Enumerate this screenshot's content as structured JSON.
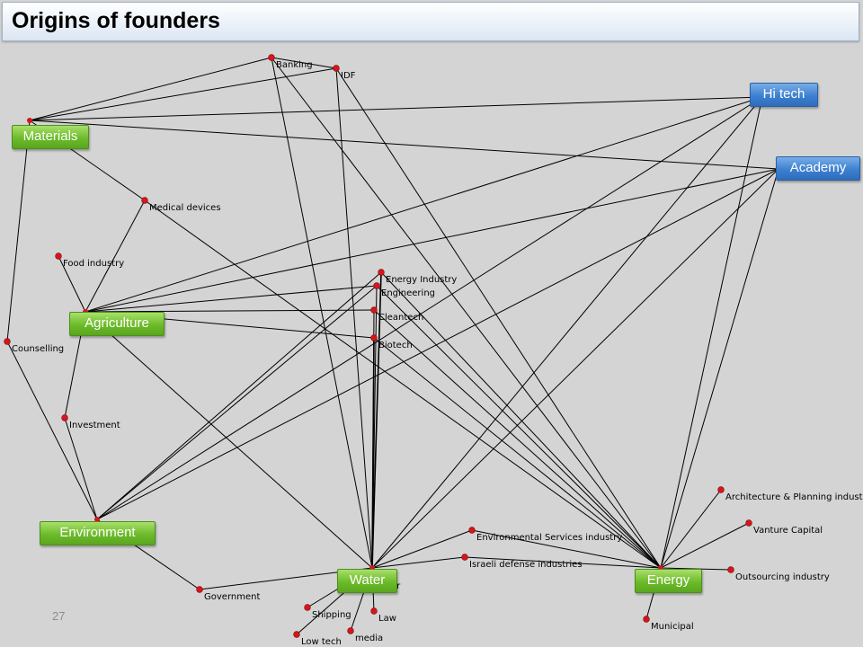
{
  "slide": {
    "title": "Origins of founders",
    "page_number": "27"
  },
  "colors": {
    "green_box": "#6cbb2a",
    "blue_box": "#3d80d0",
    "point": "#d8141c",
    "edge": "#000000",
    "background": "#d4d4d4"
  },
  "diagram": {
    "boxes": [
      {
        "id": "materials",
        "label": "Materials",
        "style": "green"
      },
      {
        "id": "agriculture",
        "label": "Agriculture",
        "style": "green"
      },
      {
        "id": "environment",
        "label": "Environment",
        "style": "green"
      },
      {
        "id": "water",
        "label": "Water",
        "style": "green"
      },
      {
        "id": "energy",
        "label": "Energy",
        "style": "green"
      },
      {
        "id": "hitech",
        "label": "Hi tech",
        "style": "blue"
      },
      {
        "id": "academy",
        "label": "Academy",
        "style": "blue"
      }
    ],
    "points": [
      {
        "id": "banking",
        "label": "Banking"
      },
      {
        "id": "idf",
        "label": "IDF"
      },
      {
        "id": "medical",
        "label": "Medical devices"
      },
      {
        "id": "food",
        "label": "Food industry"
      },
      {
        "id": "counselling",
        "label": "Counselling"
      },
      {
        "id": "investment",
        "label": "Investment"
      },
      {
        "id": "energyind",
        "label": "Energy Industry"
      },
      {
        "id": "engineering",
        "label": "Engineering"
      },
      {
        "id": "cleantech",
        "label": "Cleantech"
      },
      {
        "id": "biotech",
        "label": "Biotech"
      },
      {
        "id": "envserv",
        "label": "Environmental Services industry"
      },
      {
        "id": "defense",
        "label": "Israeli defense industries"
      },
      {
        "id": "government",
        "label": "Government"
      },
      {
        "id": "shipping",
        "label": "Shipping"
      },
      {
        "id": "lowtech",
        "label": "Low tech"
      },
      {
        "id": "media",
        "label": "media"
      },
      {
        "id": "law",
        "label": "Law"
      },
      {
        "id": "other",
        "label": "er"
      },
      {
        "id": "architecture",
        "label": "Architecture & Planning industry"
      },
      {
        "id": "venture",
        "label": "Vanture Capital"
      },
      {
        "id": "outsourcing",
        "label": "Outsourcing industry"
      },
      {
        "id": "municipal",
        "label": "Municipal"
      }
    ],
    "edges": [
      [
        "banking",
        "materials"
      ],
      [
        "idf",
        "materials"
      ],
      [
        "hitech",
        "materials"
      ],
      [
        "materials",
        "academy"
      ],
      [
        "materials",
        "medical"
      ],
      [
        "materials",
        "counselling"
      ],
      [
        "banking",
        "idf"
      ],
      [
        "banking",
        "water"
      ],
      [
        "banking",
        "energy"
      ],
      [
        "idf",
        "water"
      ],
      [
        "idf",
        "energy"
      ],
      [
        "medical",
        "agriculture"
      ],
      [
        "medical",
        "energy"
      ],
      [
        "food",
        "agriculture"
      ],
      [
        "agriculture",
        "engineering"
      ],
      [
        "agriculture",
        "cleantech"
      ],
      [
        "agriculture",
        "biotech"
      ],
      [
        "agriculture",
        "investment"
      ],
      [
        "agriculture",
        "water"
      ],
      [
        "hitech",
        "agriculture"
      ],
      [
        "academy",
        "agriculture"
      ],
      [
        "hitech",
        "environment"
      ],
      [
        "academy",
        "environment"
      ],
      [
        "energyind",
        "environment"
      ],
      [
        "engineering",
        "environment"
      ],
      [
        "counselling",
        "environment"
      ],
      [
        "investment",
        "environment"
      ],
      [
        "environment",
        "government"
      ],
      [
        "government",
        "water"
      ],
      [
        "energyind",
        "water"
      ],
      [
        "engineering",
        "water"
      ],
      [
        "cleantech",
        "water"
      ],
      [
        "biotech",
        "water"
      ],
      [
        "energyind",
        "energy"
      ],
      [
        "engineering",
        "energy"
      ],
      [
        "cleantech",
        "energy"
      ],
      [
        "biotech",
        "energy"
      ],
      [
        "hitech",
        "water"
      ],
      [
        "academy",
        "water"
      ],
      [
        "hitech",
        "energy"
      ],
      [
        "academy",
        "energy"
      ],
      [
        "envserv",
        "water"
      ],
      [
        "envserv",
        "energy"
      ],
      [
        "defense",
        "water"
      ],
      [
        "defense",
        "energy"
      ],
      [
        "water",
        "shipping"
      ],
      [
        "water",
        "lowtech"
      ],
      [
        "water",
        "media"
      ],
      [
        "water",
        "law"
      ],
      [
        "energy",
        "architecture"
      ],
      [
        "energy",
        "venture"
      ],
      [
        "energy",
        "outsourcing"
      ],
      [
        "energy",
        "municipal"
      ]
    ]
  }
}
